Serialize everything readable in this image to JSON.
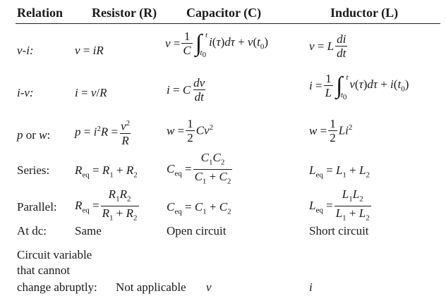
{
  "table": {
    "headers": {
      "relation": "Relation",
      "resistor": "Resistor (R)",
      "capacitor": "Capacitor (C)",
      "inductor": "Inductor (L)"
    },
    "rows": {
      "vi": {
        "label": "v-i:",
        "resistor": "v = iR",
        "capacitor": "v = (1/C) ∫_{t0}^{t} i(τ)dτ + v(t0)",
        "inductor": "v = L di/dt"
      },
      "iv": {
        "label": "i-v:",
        "resistor": "i = v/R",
        "capacitor": "i = C dv/dt",
        "inductor": "i = (1/L) ∫_{t0}^{t} v(τ)dτ + i(t0)"
      },
      "pw": {
        "label": "p or w:",
        "resistor": "p = i²R = v²/R",
        "capacitor": "w = (1/2)Cv²",
        "inductor": "w = (1/2)Li²"
      },
      "series": {
        "label": "Series:",
        "resistor": "Req = R1 + R2",
        "capacitor": "Ceq = C1C2/(C1 + C2)",
        "inductor": "Leq = L1 + L2"
      },
      "parallel": {
        "label": "Parallel:",
        "resistor": "Req = R1R2/(R1 + R2)",
        "capacitor": "Ceq = C1 + C2",
        "inductor": "Leq = L1L2/(L1 + L2)"
      },
      "dc": {
        "label": "At dc:",
        "resistor": "Same",
        "capacitor": "Open circuit",
        "inductor": "Short circuit"
      },
      "abrupt": {
        "label_line1": "Circuit variable",
        "label_line2": "that cannot",
        "label_line3": "change abruptly:",
        "resistor": "Not applicable",
        "capacitor": "v",
        "inductor": "i"
      }
    }
  }
}
